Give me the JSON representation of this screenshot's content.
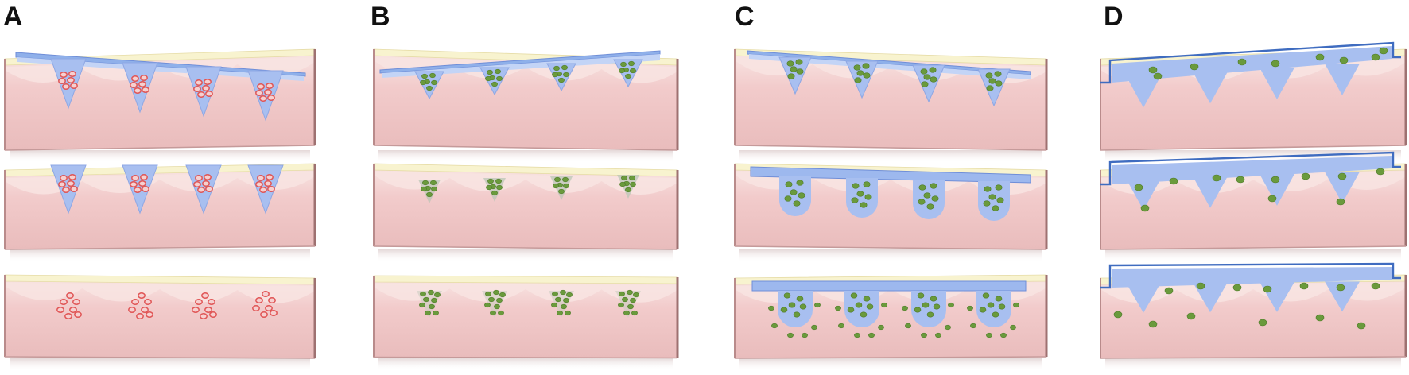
{
  "panels": [
    {
      "label": "A",
      "kind": "solid-coated",
      "payload": "red-ring"
    },
    {
      "label": "B",
      "kind": "dissolving",
      "payload": "green-dot"
    },
    {
      "label": "C",
      "kind": "swelling",
      "payload": "green-dot"
    },
    {
      "label": "D",
      "kind": "hollow",
      "payload": "green-dot"
    }
  ],
  "colors": {
    "skin": "#f2cbcb",
    "skin_light": "#f8e4e2",
    "skin_shadow": "#d8a6a6",
    "stratum": "#f8f3cf",
    "needle": "#a8bff0",
    "needle_edge": "#6f8ed8",
    "drug_green": "#6a9a3c",
    "drug_red": "#e05555",
    "label": "#111111"
  }
}
